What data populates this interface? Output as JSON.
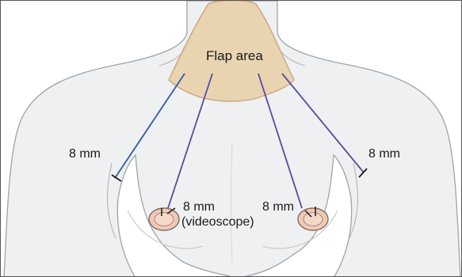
{
  "diagram": {
    "flap_label": "Flap area",
    "ports": [
      {
        "id": "left-lateral",
        "label": "8 mm"
      },
      {
        "id": "left-nipple",
        "label_line1": "8 mm",
        "label_line2": "(videoscope)"
      },
      {
        "id": "right-nipple",
        "label": "8 mm"
      },
      {
        "id": "right-lateral",
        "label": "8 mm"
      }
    ]
  },
  "colors": {
    "skin": "#eef0f2",
    "outline": "#9ea4a8",
    "flap_fill": "#e8cfa8",
    "flap_stroke": "#c9a77a",
    "trocar_blue": "#2f5a9e",
    "trocar_purple": "#5a4aa0",
    "areola": "#f3c8b2"
  }
}
